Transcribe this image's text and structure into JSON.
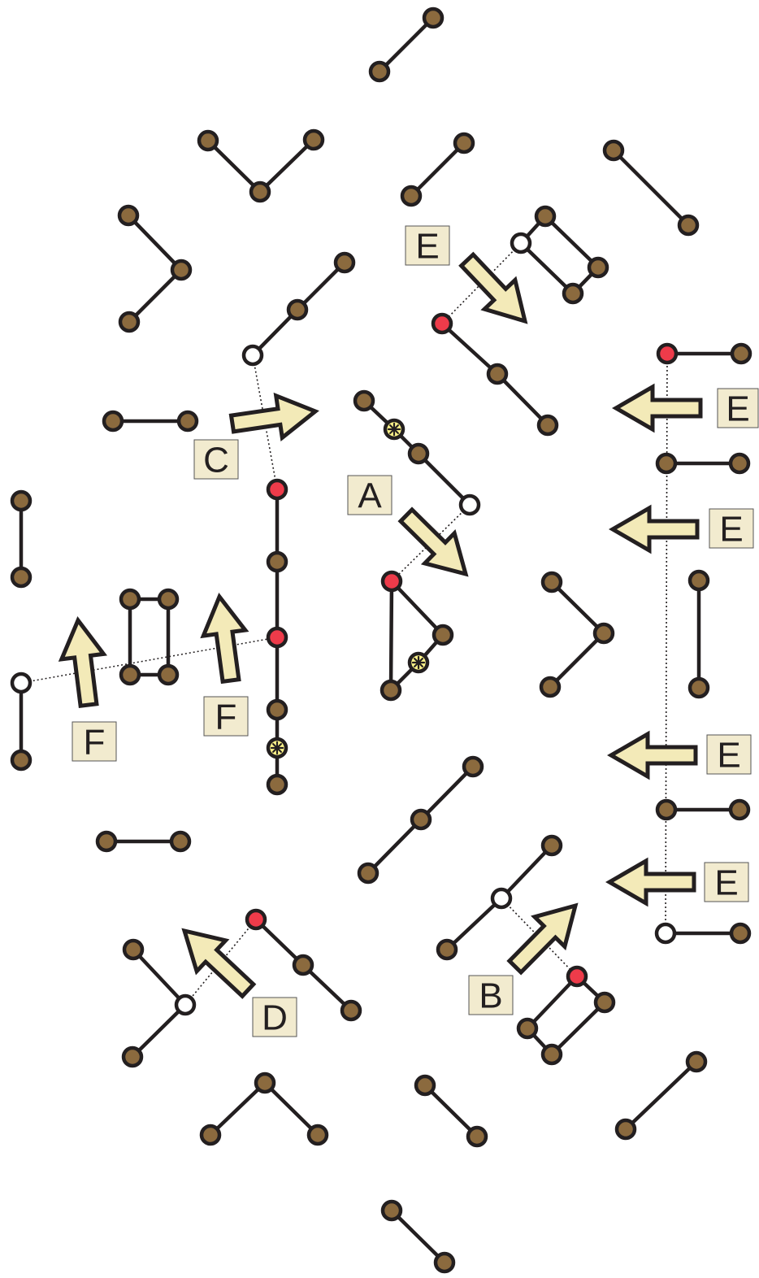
{
  "colors": {
    "background": "#ffffff",
    "bond": "#231f20",
    "atom": "#8b6a3e",
    "vacancy_origin": "#ffffff",
    "moved_atom": "#ee3b4a",
    "dopant": "#fff48a",
    "arrow_fill": "#f3eab8",
    "label_box": "#f2ebcf"
  },
  "legend_icons": {
    "atom": "brown-circle-icon",
    "moved_atom": "red-circle-icon",
    "vacancy": "white-circle-icon",
    "dopant": "asterisk-circle-icon",
    "move": "block-arrow-icon"
  },
  "labels": {
    "a": "A",
    "b": "B",
    "c": "C",
    "d": "D",
    "e": "E",
    "f": "F"
  }
}
